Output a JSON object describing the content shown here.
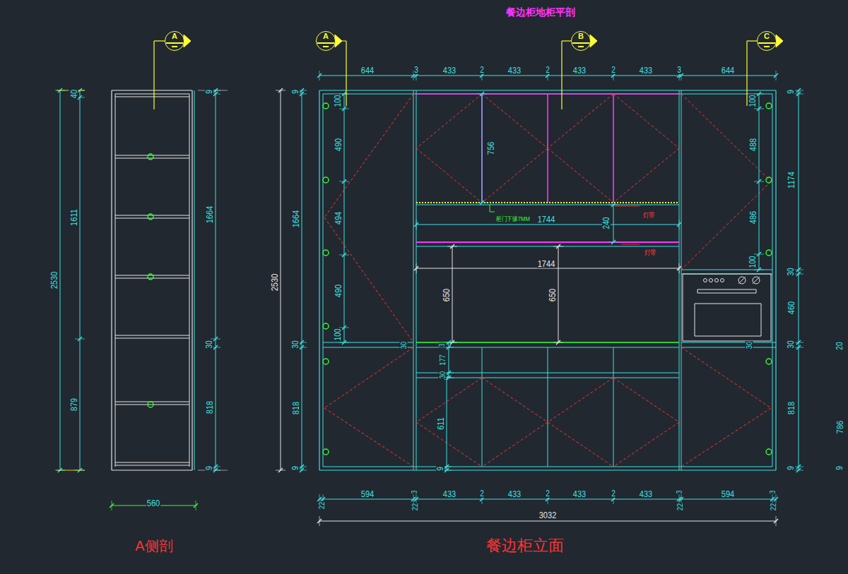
{
  "diagram": {
    "nodes": [
      {
        "text": [
          "A"
        ]
      },
      {
        "text": [
          "A"
        ]
      },
      {
        "text": [
          "B"
        ]
      },
      {
        "text": [
          "C"
        ]
      }
    ],
    "labels": [
      "餐边柜地柜平剖",
      "40",
      "1611",
      "2530",
      "879",
      "9",
      "1664",
      "30",
      "818",
      "9",
      "560",
      "A侧剖",
      "644",
      "3",
      "433",
      "2",
      "433",
      "2",
      "433",
      "2",
      "433",
      "3",
      "644",
      "9",
      "1664",
      "2530",
      "30",
      "818",
      "9",
      "100",
      "490",
      "494",
      "490",
      "100",
      "756",
      "柜门下缘7MM",
      "1744",
      "240",
      "灯带",
      "灯带",
      "1744",
      "650",
      "650",
      "30",
      "177",
      "3",
      "611",
      "9",
      "30",
      "30",
      "100",
      "488",
      "486",
      "100",
      "9",
      "1174",
      "30",
      "460",
      "30",
      "818",
      "9",
      "20",
      "786",
      "9",
      "22",
      "594",
      "3",
      "22",
      "433",
      "2",
      "433",
      "2",
      "433",
      "2",
      "433",
      "3",
      "22",
      "594",
      "3",
      "22",
      "3032",
      "餐边柜立面"
    ]
  }
}
